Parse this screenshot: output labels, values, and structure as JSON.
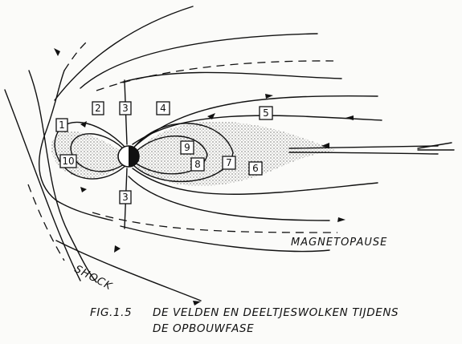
{
  "diagram": {
    "labels": {
      "magnetopause": "MAGNETOPAUSE",
      "shock": "SHOCK"
    },
    "regions": [
      "1",
      "2",
      "3",
      "3",
      "4",
      "5",
      "6",
      "7",
      "8",
      "9",
      "10"
    ],
    "caption": {
      "fig": "FIG.1.5",
      "line1": "DE VELDEN EN DEELTJESWOLKEN TIJDENS",
      "line2": "DE OPBOUWFASE"
    }
  }
}
